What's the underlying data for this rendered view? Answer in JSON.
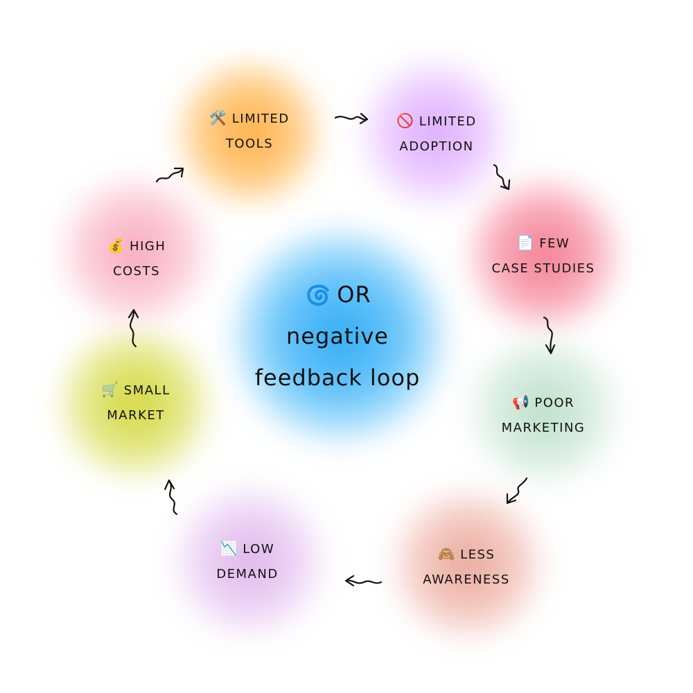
{
  "center": {
    "line1": "OR",
    "line2": "negative",
    "line3": "feedback loop",
    "icon": "cyclone-icon",
    "color": "#1aa3f5"
  },
  "nodes": [
    {
      "id": "limited-tools",
      "emoji": "🛠️",
      "icon": "hammer-wrench-icon",
      "line1": "LIMITED",
      "line2": "TOOLS",
      "color": "#ffa733"
    },
    {
      "id": "limited-adoption",
      "emoji": "🚫",
      "icon": "prohibited-icon",
      "line1": "LIMITED",
      "line2": "ADOPTION",
      "color": "#d9a3ff"
    },
    {
      "id": "few-case-studies",
      "emoji": "📄",
      "icon": "document-icon",
      "line1": "FEW",
      "line2": "CASE STUDIES",
      "color": "#f27088"
    },
    {
      "id": "poor-marketing",
      "emoji": "📢",
      "icon": "megaphone-icon",
      "line1": "POOR",
      "line2": "MARKETING",
      "color": "#cfe8d8"
    },
    {
      "id": "less-awareness",
      "emoji": "🙈",
      "icon": "see-no-evil-monkey-icon",
      "line1": "LESS",
      "line2": "AWARENESS",
      "color": "#edb4a8"
    },
    {
      "id": "low-demand",
      "emoji": "📉",
      "icon": "chart-decreasing-icon",
      "line1": "LOW",
      "line2": "DEMAND",
      "color": "#e4c0ee"
    },
    {
      "id": "small-market",
      "emoji": "🛒",
      "icon": "shopping-cart-icon",
      "line1": "SMALL",
      "line2": "MARKET",
      "color": "#d4d940"
    },
    {
      "id": "high-costs",
      "emoji": "💰",
      "icon": "money-bag-icon",
      "line1": "HIGH",
      "line2": "COSTS",
      "color": "#f8b4c4"
    }
  ]
}
